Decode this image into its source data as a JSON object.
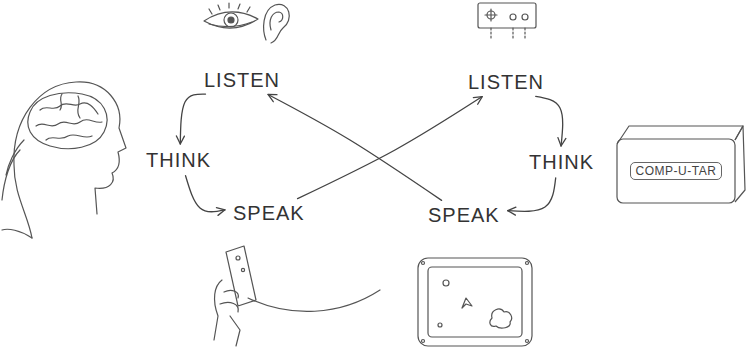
{
  "diagram": {
    "nodes": [
      {
        "text": [
          "LISTEN"
        ]
      },
      {
        "text": [
          "LISTEN"
        ]
      },
      {
        "text": [
          "THINK"
        ]
      },
      {
        "text": [
          "THINK"
        ]
      },
      {
        "text": [
          "COMP-U-TAR"
        ]
      },
      {
        "text": [
          "SPEAK"
        ]
      },
      {
        "text": [
          "SPEAK"
        ]
      }
    ],
    "edges": [
      {
        "from": 0,
        "to": 2,
        "arrow": "to"
      },
      {
        "from": 2,
        "to": 5,
        "arrow": "to"
      },
      {
        "from": 5,
        "to": 1,
        "arrow": "to"
      },
      {
        "from": 1,
        "to": 3,
        "arrow": "to"
      },
      {
        "from": 3,
        "to": 6,
        "arrow": "to"
      },
      {
        "from": 6,
        "to": 0,
        "arrow": "to"
      }
    ]
  }
}
